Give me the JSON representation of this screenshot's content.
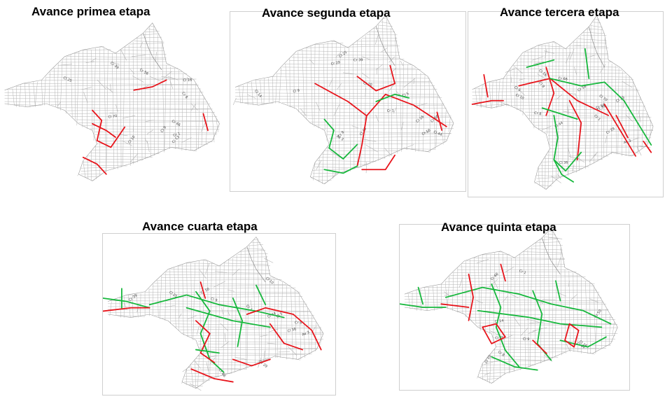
{
  "titles": {
    "stage1": "Avance primea etapa",
    "stage2": "Avance segunda  etapa",
    "stage3": "Avance tercera etapa",
    "stage4": "Avance cuarta etapa",
    "stage5": "Avance quinta etapa"
  },
  "colors": {
    "base_streets": "#b3b3b3",
    "in_progress": "#e8141b",
    "completed": "#16b83c",
    "frame": "#cfcfcf"
  },
  "street_labels": [
    "Cl 14",
    "Cl 13",
    "Cl 10",
    "Cl 9",
    "Cr 50",
    "Cr 39",
    "Cr 29",
    "Cr 8",
    "Cl 70",
    "Cl 44",
    "Av 3",
    "Cr 66",
    "Cr 56",
    "Cr 1",
    "Cl 5",
    "Cl 36",
    "Cl 25",
    "Cl 16"
  ]
}
